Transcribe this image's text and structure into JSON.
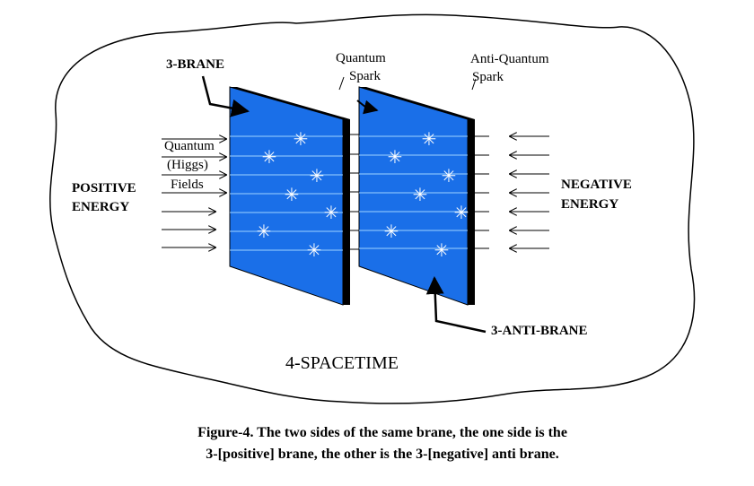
{
  "labels": {
    "brane": "3-BRANE",
    "quantum_spark_line1": "Quantum",
    "quantum_spark_line2": "Spark",
    "anti_quantum_spark_line1": "Anti-Quantum",
    "anti_quantum_spark_line2": "Spark",
    "quantum_higgs_fields_line1": "Quantum",
    "quantum_higgs_fields_line2": "(Higgs)",
    "quantum_higgs_fields_line3": "Fields",
    "positive_line1": "POSITIVE",
    "positive_line2": "ENERGY",
    "negative_line1": "NEGATIVE",
    "negative_line2": "ENERGY",
    "anti_brane": "3-ANTI-BRANE",
    "spacetime": "4-SPACETIME"
  },
  "caption": {
    "line1": "Figure-4. The two sides of the same brane, the one side is the",
    "line2": "3-[positive] brane, the other is the 3-[negative] anti brane."
  },
  "colors": {
    "brane_face": "#1a6fe8",
    "brane_edge": "#000000",
    "spark": "#ffffff",
    "outline": "#000000"
  },
  "icons": {
    "spark": "asterisk-spark-icon",
    "arrow": "arrow-right-icon"
  }
}
